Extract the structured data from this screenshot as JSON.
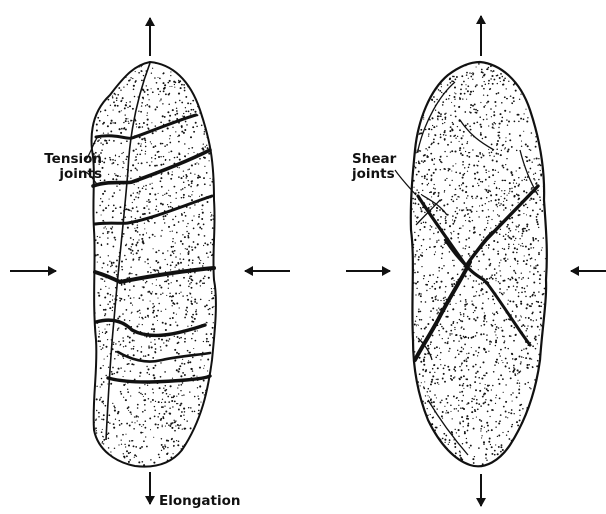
{
  "figure": {
    "left_panel": {
      "label_line1": "Tension",
      "label_line2": "joints",
      "bottom_label": "Elongation"
    },
    "right_panel": {
      "label_line1": "Shear",
      "label_line2": "joints"
    },
    "colors": {
      "ink": "#111111",
      "fill": "#ffffff",
      "background": "#ffffff"
    }
  }
}
